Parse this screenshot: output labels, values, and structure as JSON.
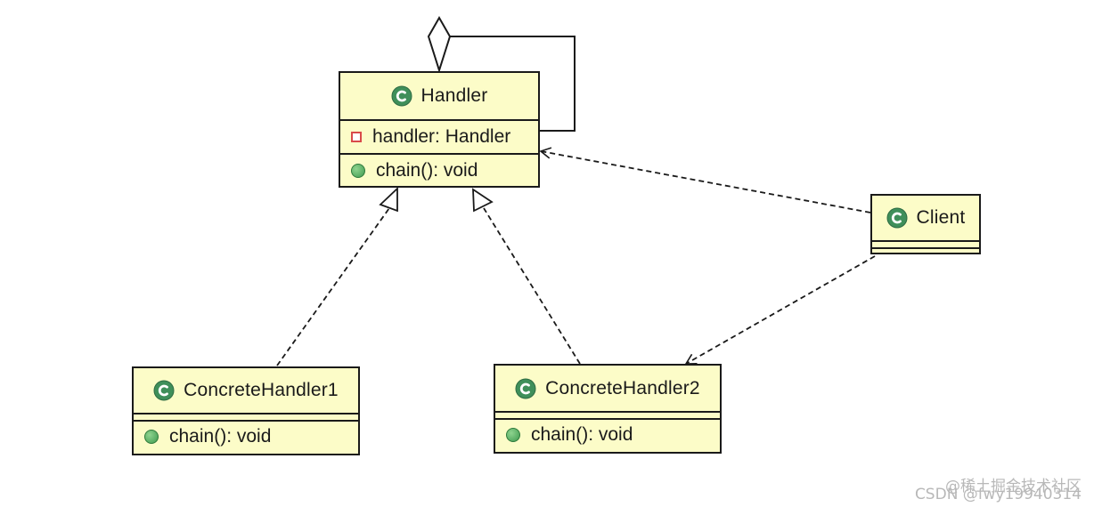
{
  "classes": {
    "handler": {
      "name": "Handler",
      "icon": "class-c-icon",
      "attributes": [
        {
          "text": "handler: Handler",
          "visibility": "private"
        }
      ],
      "methods": [
        {
          "text": "chain(): void",
          "visibility": "public"
        }
      ]
    },
    "client": {
      "name": "Client",
      "icon": "class-c-icon",
      "attributes": [],
      "methods": []
    },
    "concrete1": {
      "name": "ConcreteHandler1",
      "icon": "class-c-icon",
      "attributes": [],
      "methods": [
        {
          "text": "chain(): void",
          "visibility": "public"
        }
      ]
    },
    "concrete2": {
      "name": "ConcreteHandler2",
      "icon": "class-c-icon",
      "attributes": [],
      "methods": [
        {
          "text": "chain(): void",
          "visibility": "public"
        }
      ]
    }
  },
  "relationships": [
    {
      "type": "aggregation",
      "from": "Handler",
      "to": "Handler",
      "style": "solid"
    },
    {
      "type": "realization",
      "from": "ConcreteHandler1",
      "to": "Handler",
      "style": "dashed"
    },
    {
      "type": "realization",
      "from": "ConcreteHandler2",
      "to": "Handler",
      "style": "dashed"
    },
    {
      "type": "dependency",
      "from": "Client",
      "to": "Handler",
      "style": "dashed"
    },
    {
      "type": "dependency",
      "from": "Client",
      "to": "ConcreteHandler2",
      "style": "dashed"
    }
  ],
  "colors": {
    "class_fill": "#fcfcc8",
    "border": "#1a1a1a",
    "icon_green": "#3f8f5a",
    "private_marker": "#d94a4a",
    "public_marker": "#4caf50",
    "watermark": "#b8b8b8"
  },
  "watermark": {
    "line1": "@稀土掘金技术社区",
    "line2": "CSDN @fwy19940314"
  }
}
